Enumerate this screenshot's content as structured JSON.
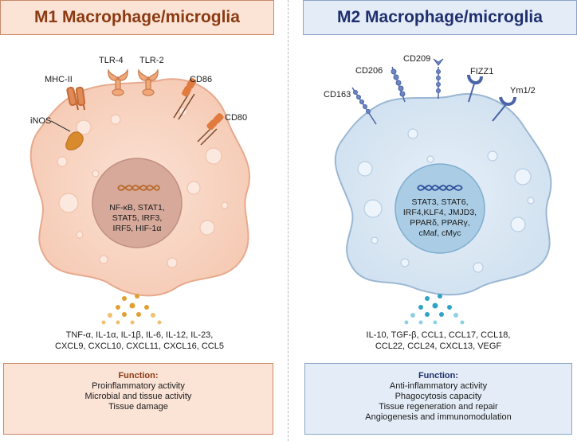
{
  "m1": {
    "title": "M1 Macrophage/microglia",
    "receptors": [
      "MHC-II",
      "TLR-4",
      "TLR-2",
      "CD86",
      "CD80"
    ],
    "enzyme": "iNOS",
    "transcription_factors": [
      "NF-κB, STAT1,",
      "STAT5, IRF3,",
      "IRF5, HIF-1α"
    ],
    "cytokines": [
      "TNF-α, IL-1α, IL-1β, IL-6, IL-12, IL-23,",
      "CXCL9, CXCL10, CXCL11, CXCL16, CCL5"
    ],
    "function": {
      "title": "Function:",
      "items": [
        "Proinflammatory activity",
        "Microbial and tissue activity",
        "Tissue damage"
      ]
    },
    "colors": {
      "panel": "#fbe3d6",
      "border": "#c9896a",
      "title": "#8b3a12",
      "cell": "#f7d3c0",
      "nucleus": "#d4a696",
      "receptor": "#e0844e"
    }
  },
  "m2": {
    "title": "M2 Macrophage/microglia",
    "receptors": [
      "CD163",
      "CD206",
      "CD209",
      "FIZZ1",
      "Ym1/2"
    ],
    "transcription_factors": [
      "STAT3, STAT6,",
      "IRF4,KLF4, JMJD3,",
      "PPARδ, PPARγ,",
      "cMaf, cMyc"
    ],
    "cytokines": [
      "IL-10, TGF-β, CCL1, CCL17, CCL18,",
      "CCL22, CCL24, CXCL13, VEGF"
    ],
    "function": {
      "title": "Function:",
      "items": [
        "Anti-inflammatory activity",
        "Phagocytosis capacity",
        "Tissue regeneration and repair",
        "Angiogenesis and immunomodulation"
      ]
    },
    "colors": {
      "panel": "#e4edf7",
      "border": "#8aa5c6",
      "title": "#1f2f6e",
      "cell": "#dbe8f3",
      "nucleus": "#a9cbe3",
      "receptor": "#4a64a8"
    }
  }
}
